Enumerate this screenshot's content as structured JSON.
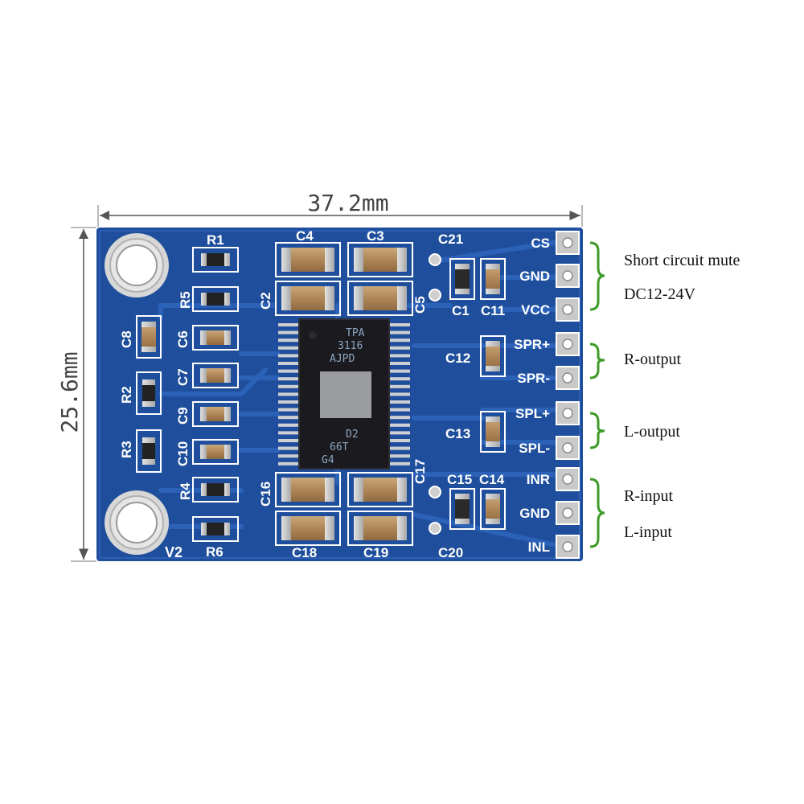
{
  "dimensions": {
    "width_label": "37.2mm",
    "height_label": "25.6mm"
  },
  "board": {
    "colors": {
      "pcb": "#1f4f9c",
      "pcb_dark": "#163e82",
      "trace": "#2b62b8",
      "silk": "#ffffff",
      "pad": "#c8c8c8",
      "bracket": "#3f9a2a"
    },
    "corner_labels": [
      "V2"
    ],
    "capacitors_large": [
      "C4",
      "C3",
      "C2",
      "C5",
      "C16",
      "C17",
      "C18",
      "C19"
    ],
    "capacitors_small": [
      "C21",
      "C1",
      "C11",
      "C12",
      "C13",
      "C15",
      "C14",
      "C20"
    ],
    "left_parts": [
      "R1",
      "R5",
      "C8",
      "C6",
      "C7",
      "R2",
      "C9",
      "R3",
      "C10",
      "R4",
      "R6"
    ],
    "chip": {
      "lines": [
        "TPA",
        "3116",
        "AJPD",
        "D2",
        "66T",
        "G4"
      ]
    }
  },
  "pins": [
    {
      "label": "CS"
    },
    {
      "label": "GND"
    },
    {
      "label": "VCC"
    },
    {
      "label": "SPR+"
    },
    {
      "label": "SPR-"
    },
    {
      "label": "SPL+"
    },
    {
      "label": "SPL-"
    },
    {
      "label": "INR"
    },
    {
      "label": "GND"
    },
    {
      "label": "INL"
    }
  ],
  "annotations": [
    {
      "text": "Short circuit mute"
    },
    {
      "text": "DC12-24V"
    },
    {
      "text": "R-output"
    },
    {
      "text": "L-output"
    },
    {
      "text": "R-input"
    },
    {
      "text": "L-input"
    }
  ]
}
